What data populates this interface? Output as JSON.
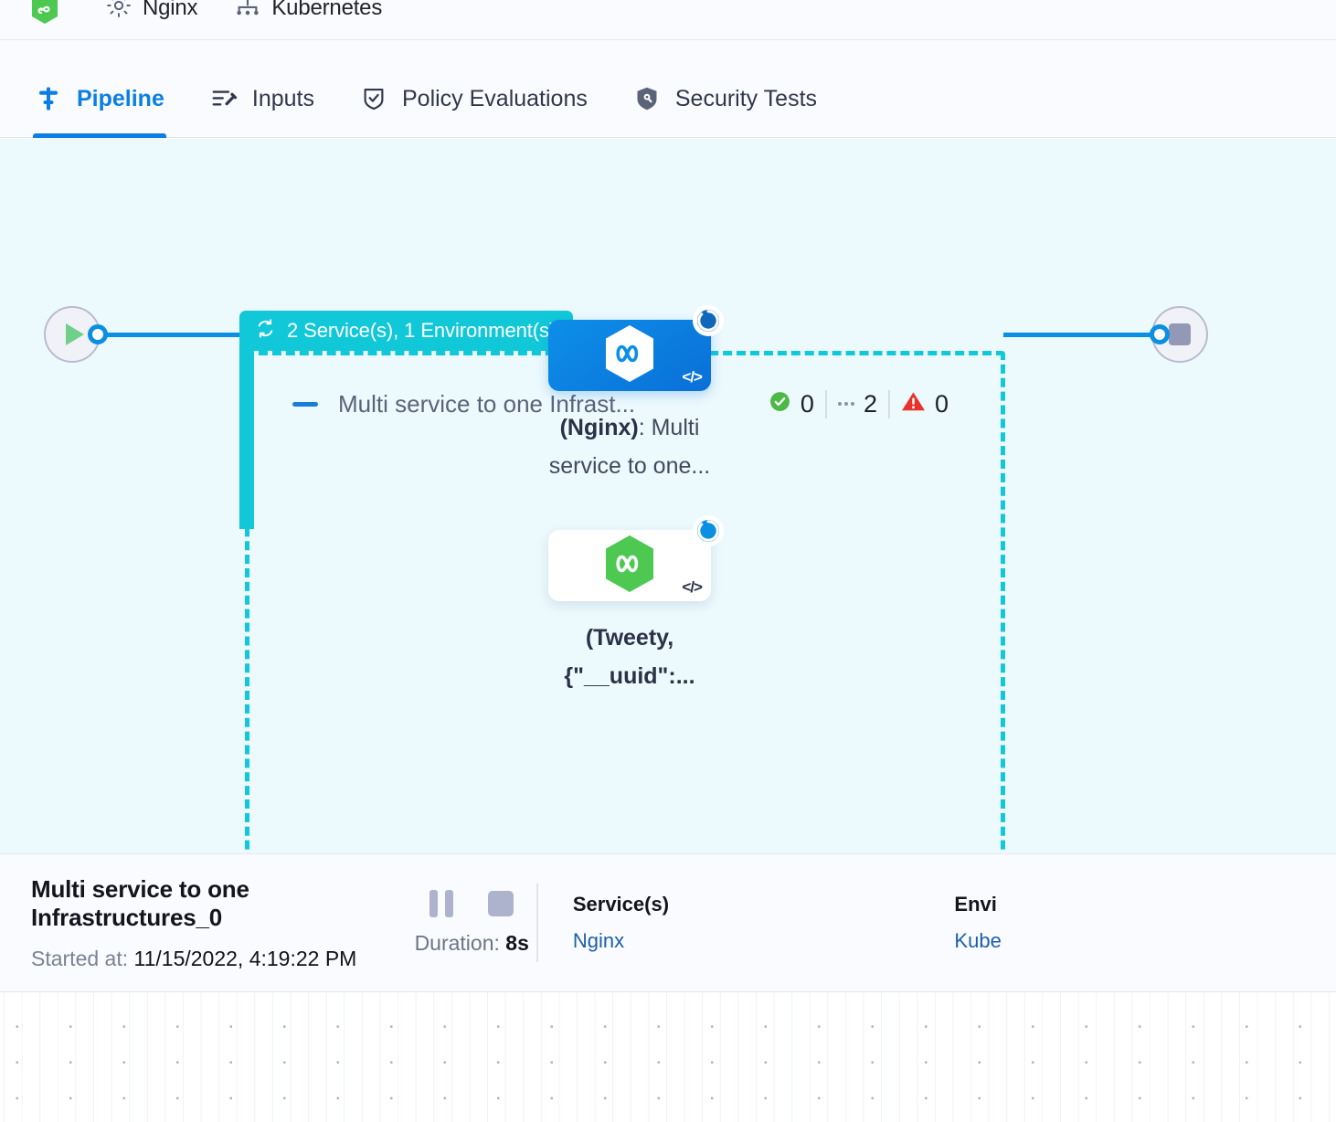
{
  "breadcrumb": {
    "items": [
      {
        "icon": "harness-hexagon-logo-icon",
        "label": ""
      },
      {
        "icon": "gear-icon",
        "label": "Nginx"
      },
      {
        "icon": "infrastructure-icon",
        "label": "Kubernetes"
      }
    ]
  },
  "tabs": [
    {
      "label": "Pipeline",
      "icon": "pipeline-icon",
      "active": true
    },
    {
      "label": "Inputs",
      "icon": "inputs-magic-wand-icon",
      "active": false
    },
    {
      "label": "Policy Evaluations",
      "icon": "policy-shield-check-icon",
      "active": false
    },
    {
      "label": "Security Tests",
      "icon": "security-shield-icon",
      "active": false
    }
  ],
  "canvas": {
    "start_node": {
      "name": "start",
      "icon": "play-icon"
    },
    "end_node": {
      "name": "end",
      "icon": "stop-icon"
    },
    "group": {
      "banner_label": "2 Service(s), 1 Environment(s)",
      "banner_icon": "loop-repeat-icon",
      "banner_color": "#11c8d8",
      "stage_title": "Multi service to one Infrast...",
      "counters": {
        "success": "0",
        "running": "2",
        "failed": "0"
      },
      "steps": [
        {
          "label_bold": "(Nginx)",
          "label_rest": ": Multi service to one...",
          "card_icon": "harness-hexagon-infinity-icon",
          "code_glyph": "</>",
          "badge": "running-spinner-icon",
          "selected": true
        },
        {
          "label_bold": "(Tweety,",
          "label_rest": "{\"__uuid\":...",
          "card_icon": "harness-hexagon-infinity-icon",
          "code_glyph": "</>",
          "badge": "running-spinner-icon",
          "selected": false
        }
      ]
    }
  },
  "detail": {
    "title": "Multi service to one Infrastructures_0",
    "started_label": "Started at:",
    "started_value": "11/15/2022, 4:19:22 PM",
    "pause_icon": "pause-icon",
    "stop_icon": "stop-icon",
    "duration_label": "Duration:",
    "duration_value": "8s",
    "services_head": "Service(s)",
    "services_value": "Nginx",
    "environments_head": "Envi",
    "environments_value": "Kube"
  },
  "colors": {
    "accent_blue": "#0b7ee4",
    "group_teal": "#11c8d8",
    "canvas_bg": "#ecf9fd",
    "link_blue": "#1b5fa8"
  }
}
